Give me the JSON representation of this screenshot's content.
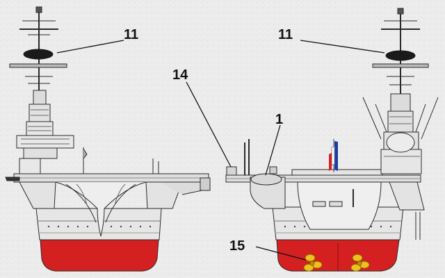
{
  "diagram": {
    "callouts": {
      "radar_left": "11",
      "radar_right": "11",
      "bow_structure": "14",
      "deck_edge": "1",
      "propellers": "15"
    },
    "colors": {
      "background": "#ececec",
      "hull_upper": "#e6e6e6",
      "hull_lower": "#d42020",
      "outline": "#2a2a2a",
      "propeller": "#f0c020",
      "flag_blue": "#1a3aa8",
      "flag_white": "#ffffff",
      "flag_red": "#d42020",
      "radar_dish": "#1a1a1a"
    },
    "views": [
      "stern-view",
      "bow-view"
    ]
  }
}
